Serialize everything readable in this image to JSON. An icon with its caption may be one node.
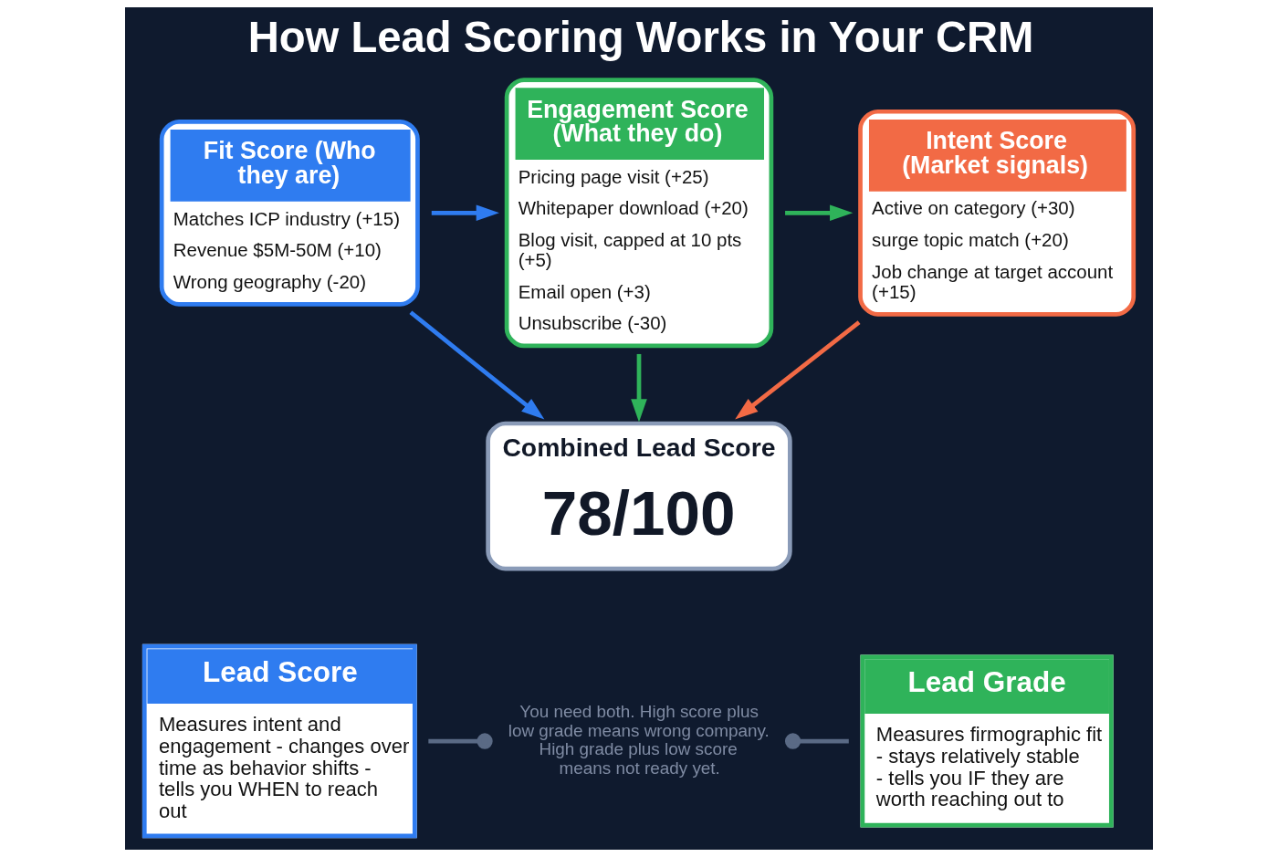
{
  "diagram": {
    "title": "How Lead Scoring Works in Your CRM",
    "nodes": [
      {
        "text": [
          "Fit Score (Who they are)",
          "Matches ICP industry (+15)",
          "Revenue $5M-50M (+10)",
          "Wrong geography (-20)"
        ]
      },
      {
        "text": [
          "Engagement Score (What they do)",
          "Pricing page visit (+25)",
          "Whitepaper download (+20)",
          "Blog visit, capped at 10 pts (+5)",
          "Email open (+3)",
          "Unsubscribe (-30)"
        ]
      },
      {
        "text": [
          "Intent Score (Market signals)",
          "Active on category (+30)",
          "surge topic match (+20)",
          "Job change at target account (+15)"
        ]
      },
      {
        "text": [
          "Combined Lead Score",
          "78/100"
        ]
      },
      {
        "text": [
          "Lead Score",
          "Measures intent and engagement - changes over time as behavior shifts - tells you WHEN to reach out"
        ]
      },
      {
        "text": [
          "You need both. High score plus low grade means wrong company. High grade plus low score means not ready yet."
        ]
      },
      {
        "text": [
          "Lead Grade",
          "Measures firmographic fit - stays relatively stable - tells you IF they are worth reaching out to"
        ]
      }
    ],
    "edges": [
      {
        "from": 0,
        "to": 1,
        "arrow": "to",
        "color": "#2f7cf0"
      },
      {
        "from": 1,
        "to": 2,
        "arrow": "to",
        "color": "#2fb35a"
      },
      {
        "from": 1,
        "to": 3,
        "arrow": "to",
        "color": "#2fb35a"
      },
      {
        "from": 0,
        "to": 3,
        "arrow": "to",
        "color": "#2f7cf0"
      },
      {
        "from": 2,
        "to": 3,
        "arrow": "to",
        "color": "#f26a45"
      },
      {
        "from": 4,
        "to": 5,
        "arrow": "other",
        "color": "#5a6a85"
      },
      {
        "from": 6,
        "to": 5,
        "arrow": "other",
        "color": "#5a6a85"
      }
    ]
  }
}
